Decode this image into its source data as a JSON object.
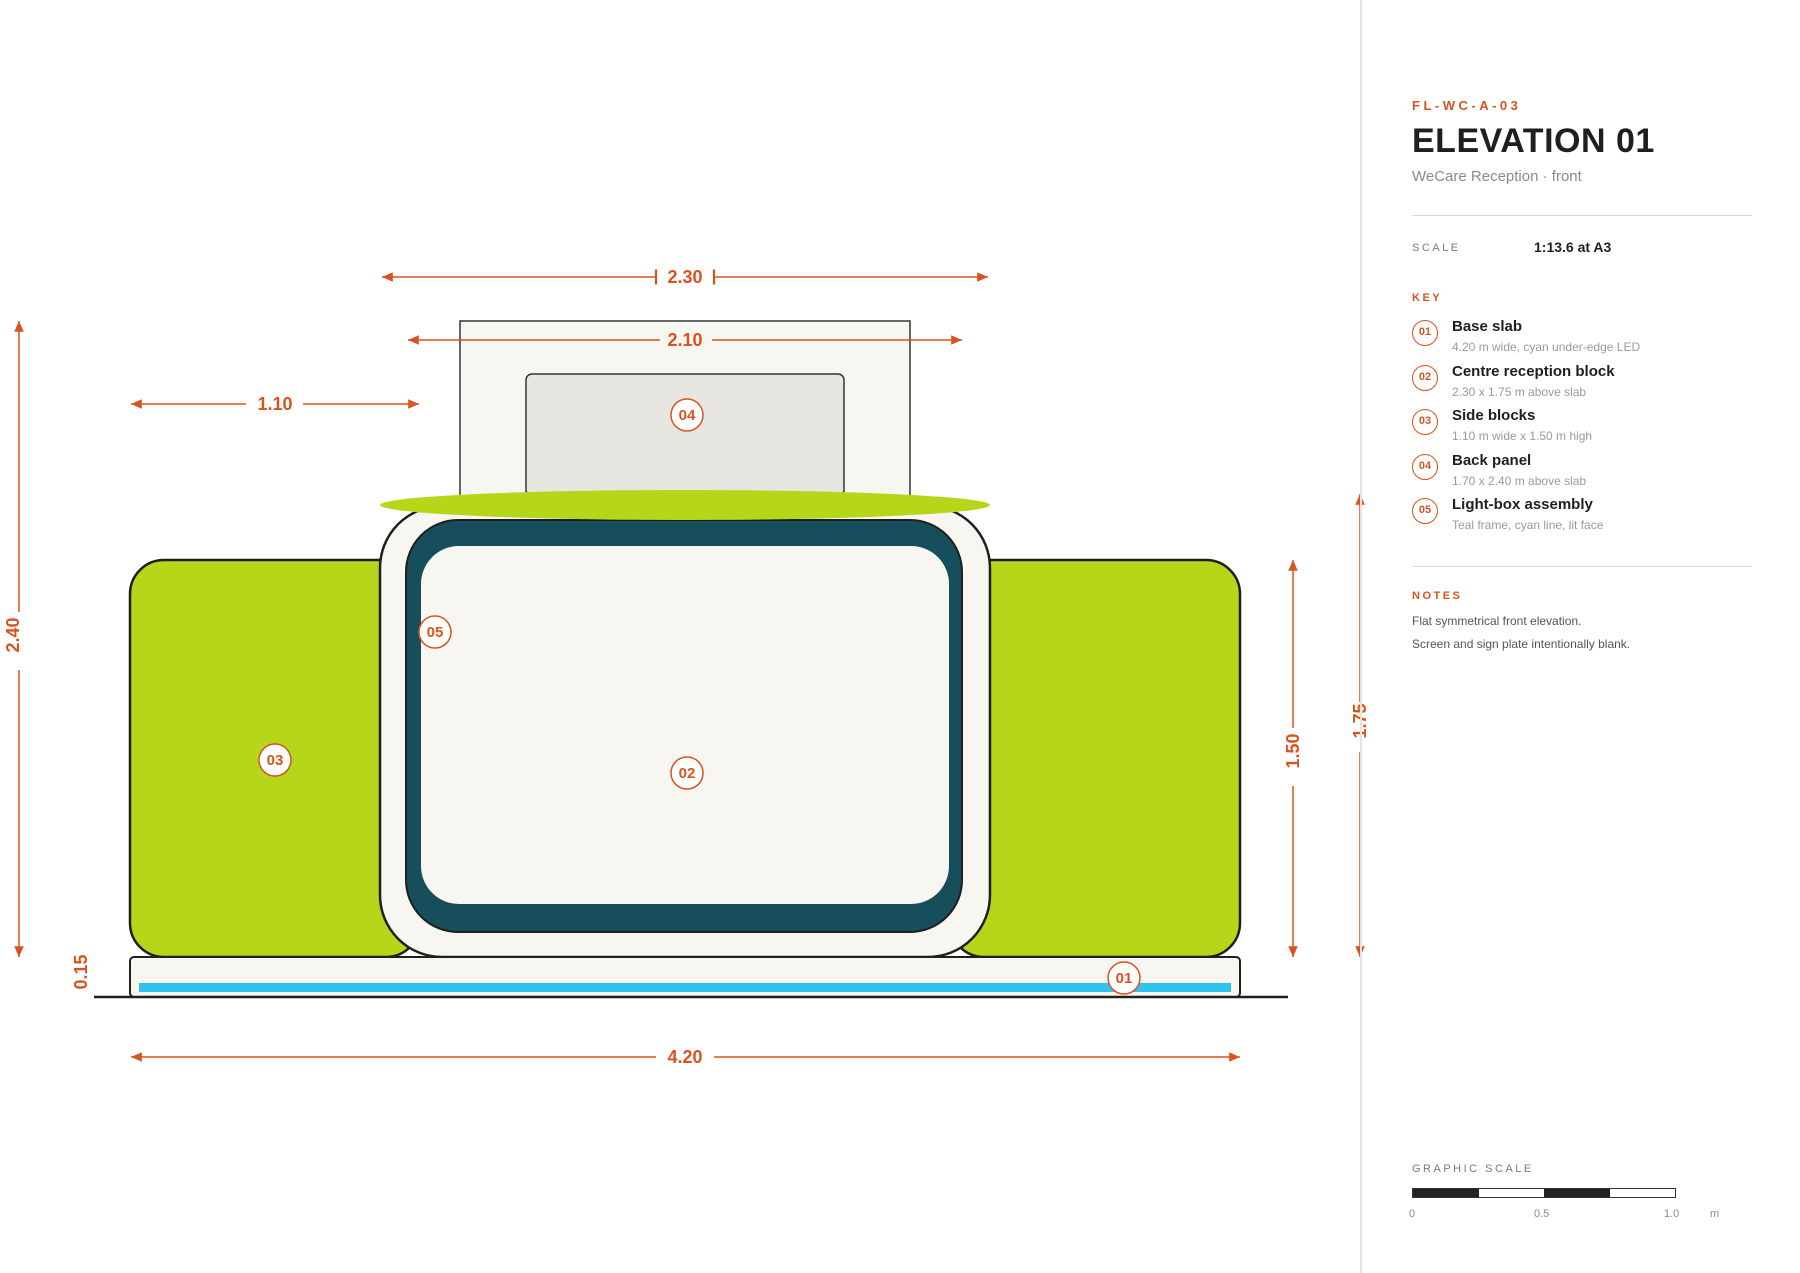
{
  "sheet": {
    "code": "FL-WC-A-03",
    "title": "ELEVATION 01",
    "subtitle": "WeCare Reception · front",
    "scale_label": "SCALE",
    "scale_value": "1:13.6 at A3"
  },
  "key": {
    "label": "KEY",
    "items": [
      {
        "num": "01",
        "name": "Base slab",
        "desc": "4.20 m wide, cyan under-edge LED"
      },
      {
        "num": "02",
        "name": "Centre reception block",
        "desc": "2.30 x 1.75 m above slab"
      },
      {
        "num": "03",
        "name": "Side blocks",
        "desc": "1.10 m wide x 1.50 m high"
      },
      {
        "num": "04",
        "name": "Back panel",
        "desc": "1.70 x 2.40 m above slab"
      },
      {
        "num": "05",
        "name": "Light-box assembly",
        "desc": "Teal frame, cyan line, lit face"
      }
    ]
  },
  "notes": {
    "label": "NOTES",
    "lines": [
      "Flat symmetrical front elevation.",
      "Screen and sign plate intentionally blank."
    ]
  },
  "graphic_scale": {
    "label": "GRAPHIC SCALE",
    "ticks": [
      "0",
      "0.5",
      "1.0"
    ],
    "unit": "m"
  },
  "dimensions": {
    "overall_width": "4.20",
    "centre_width": "2.30",
    "panel_width": "2.10",
    "side_width": "1.10",
    "total_height": "2.40",
    "slab_height": "0.15",
    "side_height": "1.50",
    "centre_height": "1.75"
  },
  "callouts": [
    "01",
    "02",
    "03",
    "04",
    "05"
  ],
  "colors": {
    "accent": "#d9531e",
    "lime": "#b6d719",
    "teal": "#164e5c",
    "cyan": "#2ec4ee",
    "cream": "#f8f6f1",
    "panel_grey": "#e8e6e1",
    "outline": "#1f1f1f"
  }
}
